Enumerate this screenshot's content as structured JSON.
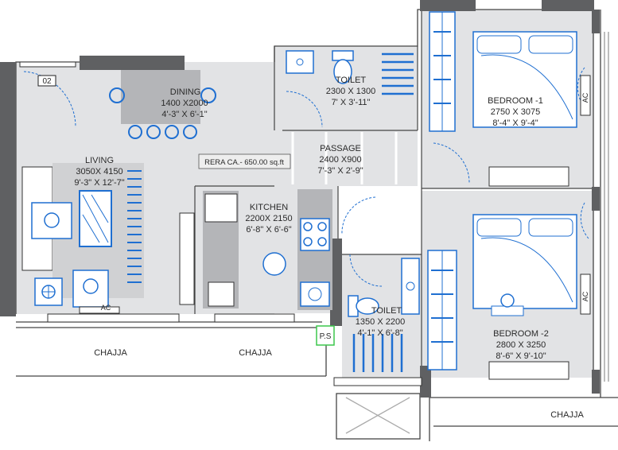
{
  "unit_no": "02",
  "rera_area": "RERA CA.- 650.00 sq.ft",
  "rooms": [
    {
      "id": "dining",
      "name": "DINING",
      "metric": "1400 X2000",
      "imperial": "4'-3\" X 6'-1\""
    },
    {
      "id": "living",
      "name": "LIVING",
      "metric": "3050X 4150",
      "imperial": "9'-3\" X 12'-7\""
    },
    {
      "id": "toilet-1",
      "name": "TOILET",
      "metric": "2300 X 1300",
      "imperial": "7' X 3'-11\""
    },
    {
      "id": "passage",
      "name": "PASSAGE",
      "metric": "2400 X900",
      "imperial": "7'-3\" X 2'-9\""
    },
    {
      "id": "kitchen",
      "name": "KITCHEN",
      "metric": "2200X 2150",
      "imperial": "6'-8\" X 6'-6\""
    },
    {
      "id": "bedroom-1",
      "name": "BEDROOM -1",
      "metric": "2750 X 3075",
      "imperial": "8'-4\" X 9'-4\""
    },
    {
      "id": "bedroom-2",
      "name": "BEDROOM -2",
      "metric": "2800 X 3250",
      "imperial": "8'-6\" X 9'-10\""
    },
    {
      "id": "toilet-2",
      "name": "TOILET",
      "metric": "1350 X 2200",
      "imperial": "4'-1\" X 6'-8\""
    }
  ],
  "chajja_labels": [
    "CHAJJA",
    "CHAJJA",
    "CHAJJA"
  ],
  "ps_label": "P.S",
  "ac_labels": [
    "AC",
    "AC",
    "AC"
  ],
  "colors": {
    "floor": "#e2e3e5",
    "wall": "#5f6062",
    "fixture": "#1f6fd1",
    "line": "#444444"
  }
}
